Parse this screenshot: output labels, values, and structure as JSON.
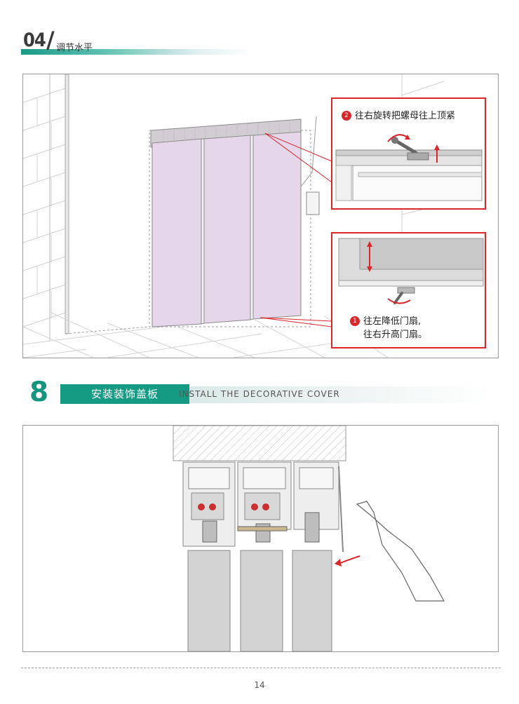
{
  "header": {
    "number": "04",
    "title": "调节水平"
  },
  "figure1": {
    "callout_top": {
      "badge": "2",
      "text": "往右旋转把螺母往上顶紧"
    },
    "callout_bottom": {
      "badge": "1",
      "line1": "往左降低门扇,",
      "line2": "往右升高门扇。"
    }
  },
  "section": {
    "number": "8",
    "title_zh": "安装装饰盖板",
    "title_en": "INSTALL THE DECORATIVE COVER"
  },
  "footer": {
    "page_number": "14"
  },
  "colors": {
    "accent_green": "#159a84",
    "callout_red": "#d9262b",
    "door_glass": "#e6d6ea"
  }
}
